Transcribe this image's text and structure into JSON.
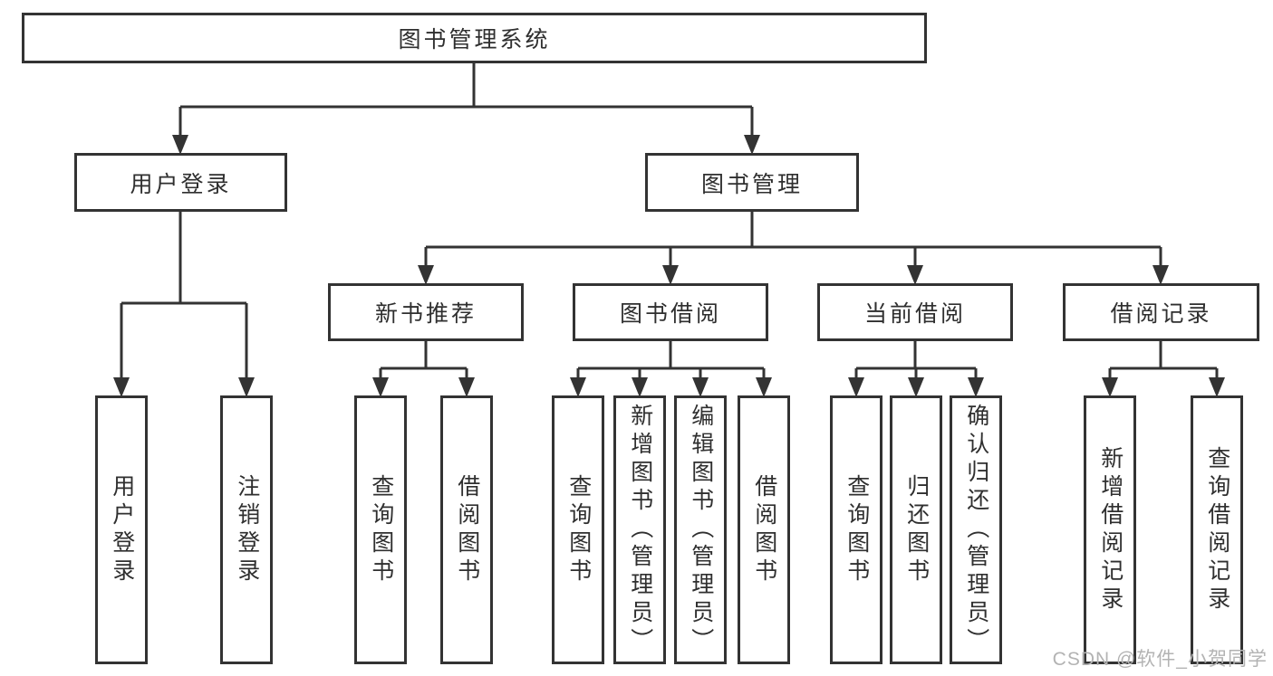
{
  "tree": {
    "root": {
      "label": "图书管理系统"
    },
    "level1": [
      {
        "label": "用户登录",
        "children": [
          {
            "label": "用户登录"
          },
          {
            "label": "注销登录"
          }
        ]
      },
      {
        "label": "图书管理",
        "children": [
          {
            "label": "新书推荐",
            "children": [
              {
                "label": "查询图书"
              },
              {
                "label": "借阅图书"
              }
            ]
          },
          {
            "label": "图书借阅",
            "children": [
              {
                "label": "查询图书"
              },
              {
                "label": "新增图书（管理员）"
              },
              {
                "label": "编辑图书（管理员）"
              },
              {
                "label": "借阅图书"
              }
            ]
          },
          {
            "label": "当前借阅",
            "children": [
              {
                "label": "查询图书"
              },
              {
                "label": "归还图书"
              },
              {
                "label": "确认归还（管理员）"
              }
            ]
          },
          {
            "label": "借阅记录",
            "children": [
              {
                "label": "新增借阅记录"
              },
              {
                "label": "查询借阅记录"
              }
            ]
          }
        ]
      }
    ]
  },
  "watermark": {
    "text": "CSDN @软件_小贺同学"
  },
  "colors": {
    "line": "#333333",
    "text": "#2f2f2f",
    "background": "#ffffff",
    "watermark": "#b3b3b3"
  }
}
